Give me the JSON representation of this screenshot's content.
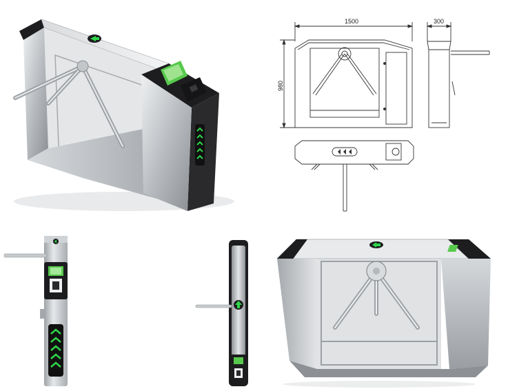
{
  "drawing": {
    "width_label": "1500",
    "height_label": "980",
    "depth_label": "300"
  },
  "colors": {
    "steel_light": "#e4e6e8",
    "steel_mid": "#b9bcc0",
    "steel_dark": "#7d8185",
    "cap_black": "#1d1d1f",
    "indicator_green": "#2fd64a",
    "screen_green": "#57c94c"
  },
  "icons": [
    "arrow-indicator-icon",
    "chevron-arrows-icon",
    "card-reader-icon"
  ]
}
